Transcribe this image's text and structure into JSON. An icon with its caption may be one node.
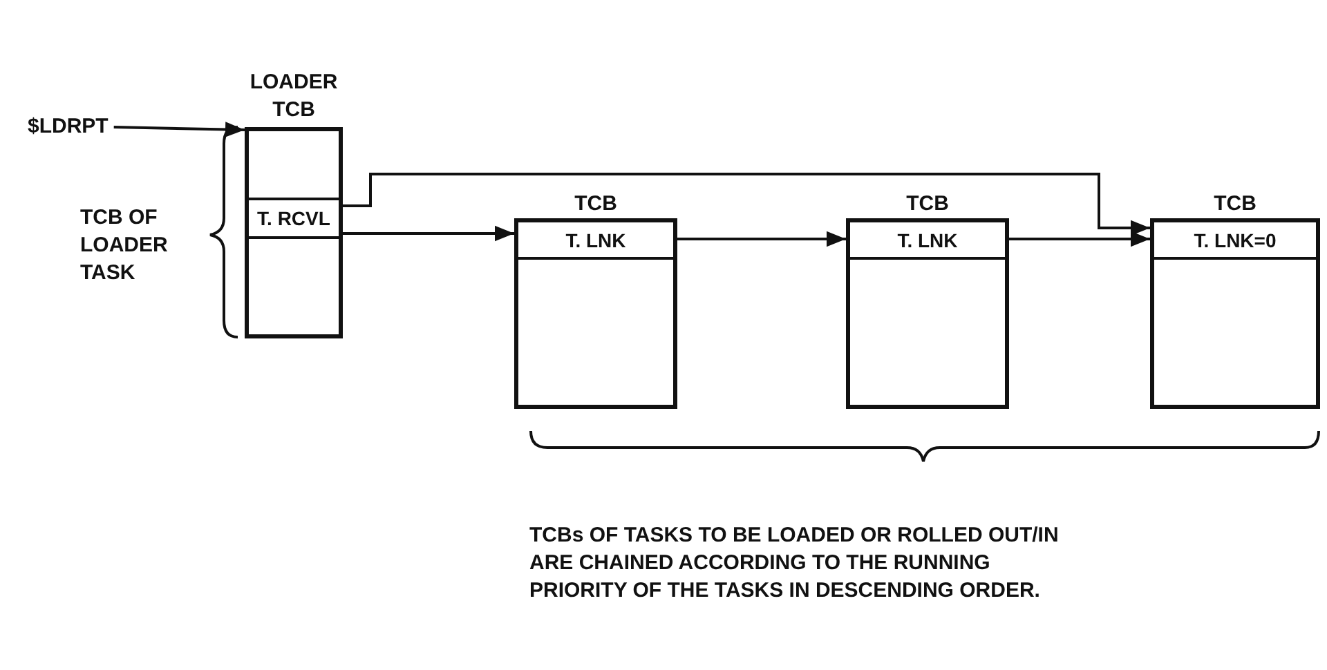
{
  "diagram": {
    "nodes": [
      {
        "text": [
          "LOADER TCB"
        ]
      },
      {
        "text": [
          "T. RCVL"
        ],
        "in": 0
      },
      {
        "text": [
          "TCB"
        ]
      },
      {
        "text": [
          "T. LNK"
        ],
        "in": 2
      },
      {
        "text": [
          "TCB"
        ]
      },
      {
        "text": [
          "T. LNK"
        ],
        "in": 4
      },
      {
        "text": [
          "TCB"
        ]
      },
      {
        "text": [
          "T. LNK=0"
        ],
        "in": 6
      },
      {
        "text": [
          "$LDRPT"
        ]
      }
    ],
    "edges": [
      {
        "from": 8,
        "to": 0,
        "arrow": "to"
      },
      {
        "from": 1,
        "to": 3,
        "arrow": "to"
      },
      {
        "from": 3,
        "to": 5,
        "arrow": "to"
      },
      {
        "from": 5,
        "to": 7,
        "arrow": "to"
      },
      {
        "from": 1,
        "to": 7,
        "arrow": "to"
      }
    ],
    "labels": [
      "TCB OF LOADER TASK",
      "TCBs OF TASKS TO BE LOADED OR ROLLED OUT/IN ARE CHAINED ACCORDING TO THE RUNNING PRIORITY OF THE TASKS IN DESCENDING ORDER."
    ]
  }
}
